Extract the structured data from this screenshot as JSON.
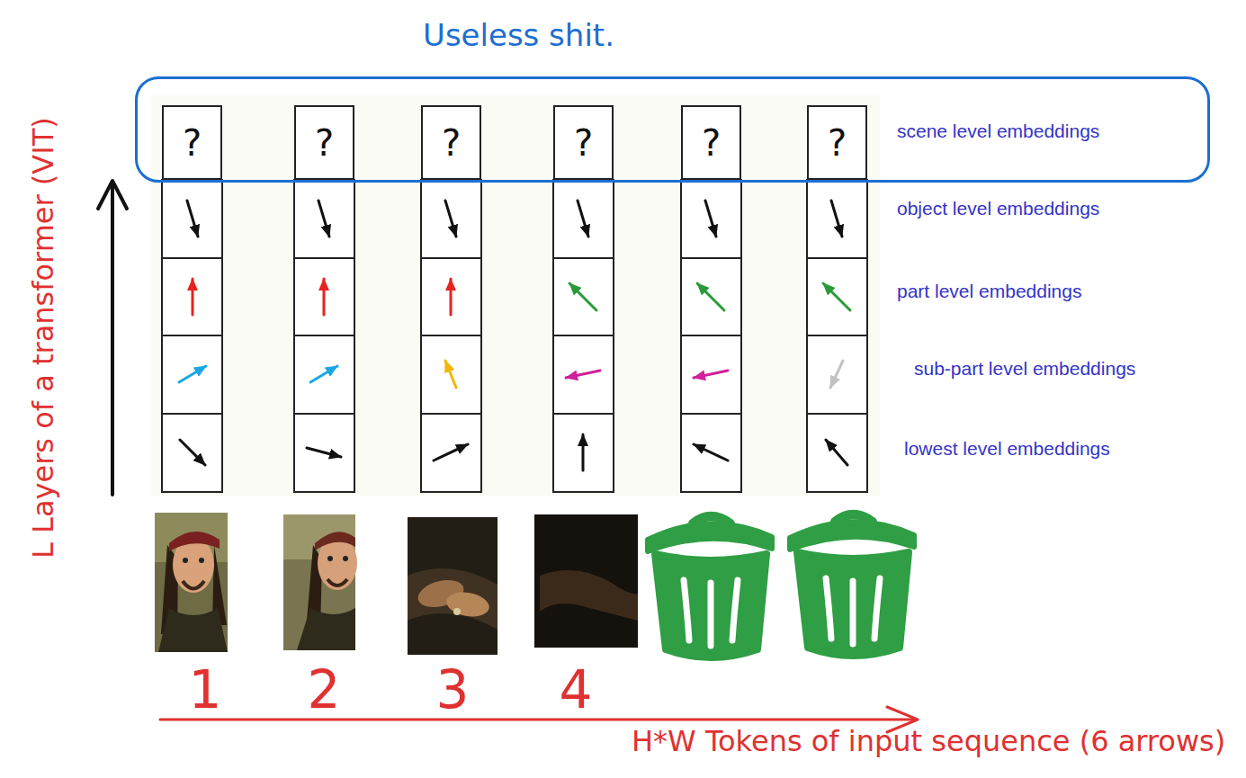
{
  "diagram": {
    "nodes": [
      {
        "text": [
          "Useless shit.",
          "scene level embeddings"
        ]
      },
      {
        "text": [
          "?"
        ],
        "in": 0
      },
      {
        "text": [
          "?"
        ],
        "in": 0
      },
      {
        "text": [
          "?"
        ],
        "in": 0
      },
      {
        "text": [
          "?"
        ],
        "in": 0
      },
      {
        "text": [
          "?"
        ],
        "in": 0
      },
      {
        "text": [
          "?"
        ],
        "in": 0
      }
    ],
    "labels": [
      "object level embeddings",
      "part level embeddings",
      "sub-part level embeddings",
      "lowest level embeddings",
      "L Layers of a transformer (VIT)",
      "1",
      "2",
      "3",
      "4",
      "H*W Tokens of input sequence (6 arrows)"
    ]
  }
}
